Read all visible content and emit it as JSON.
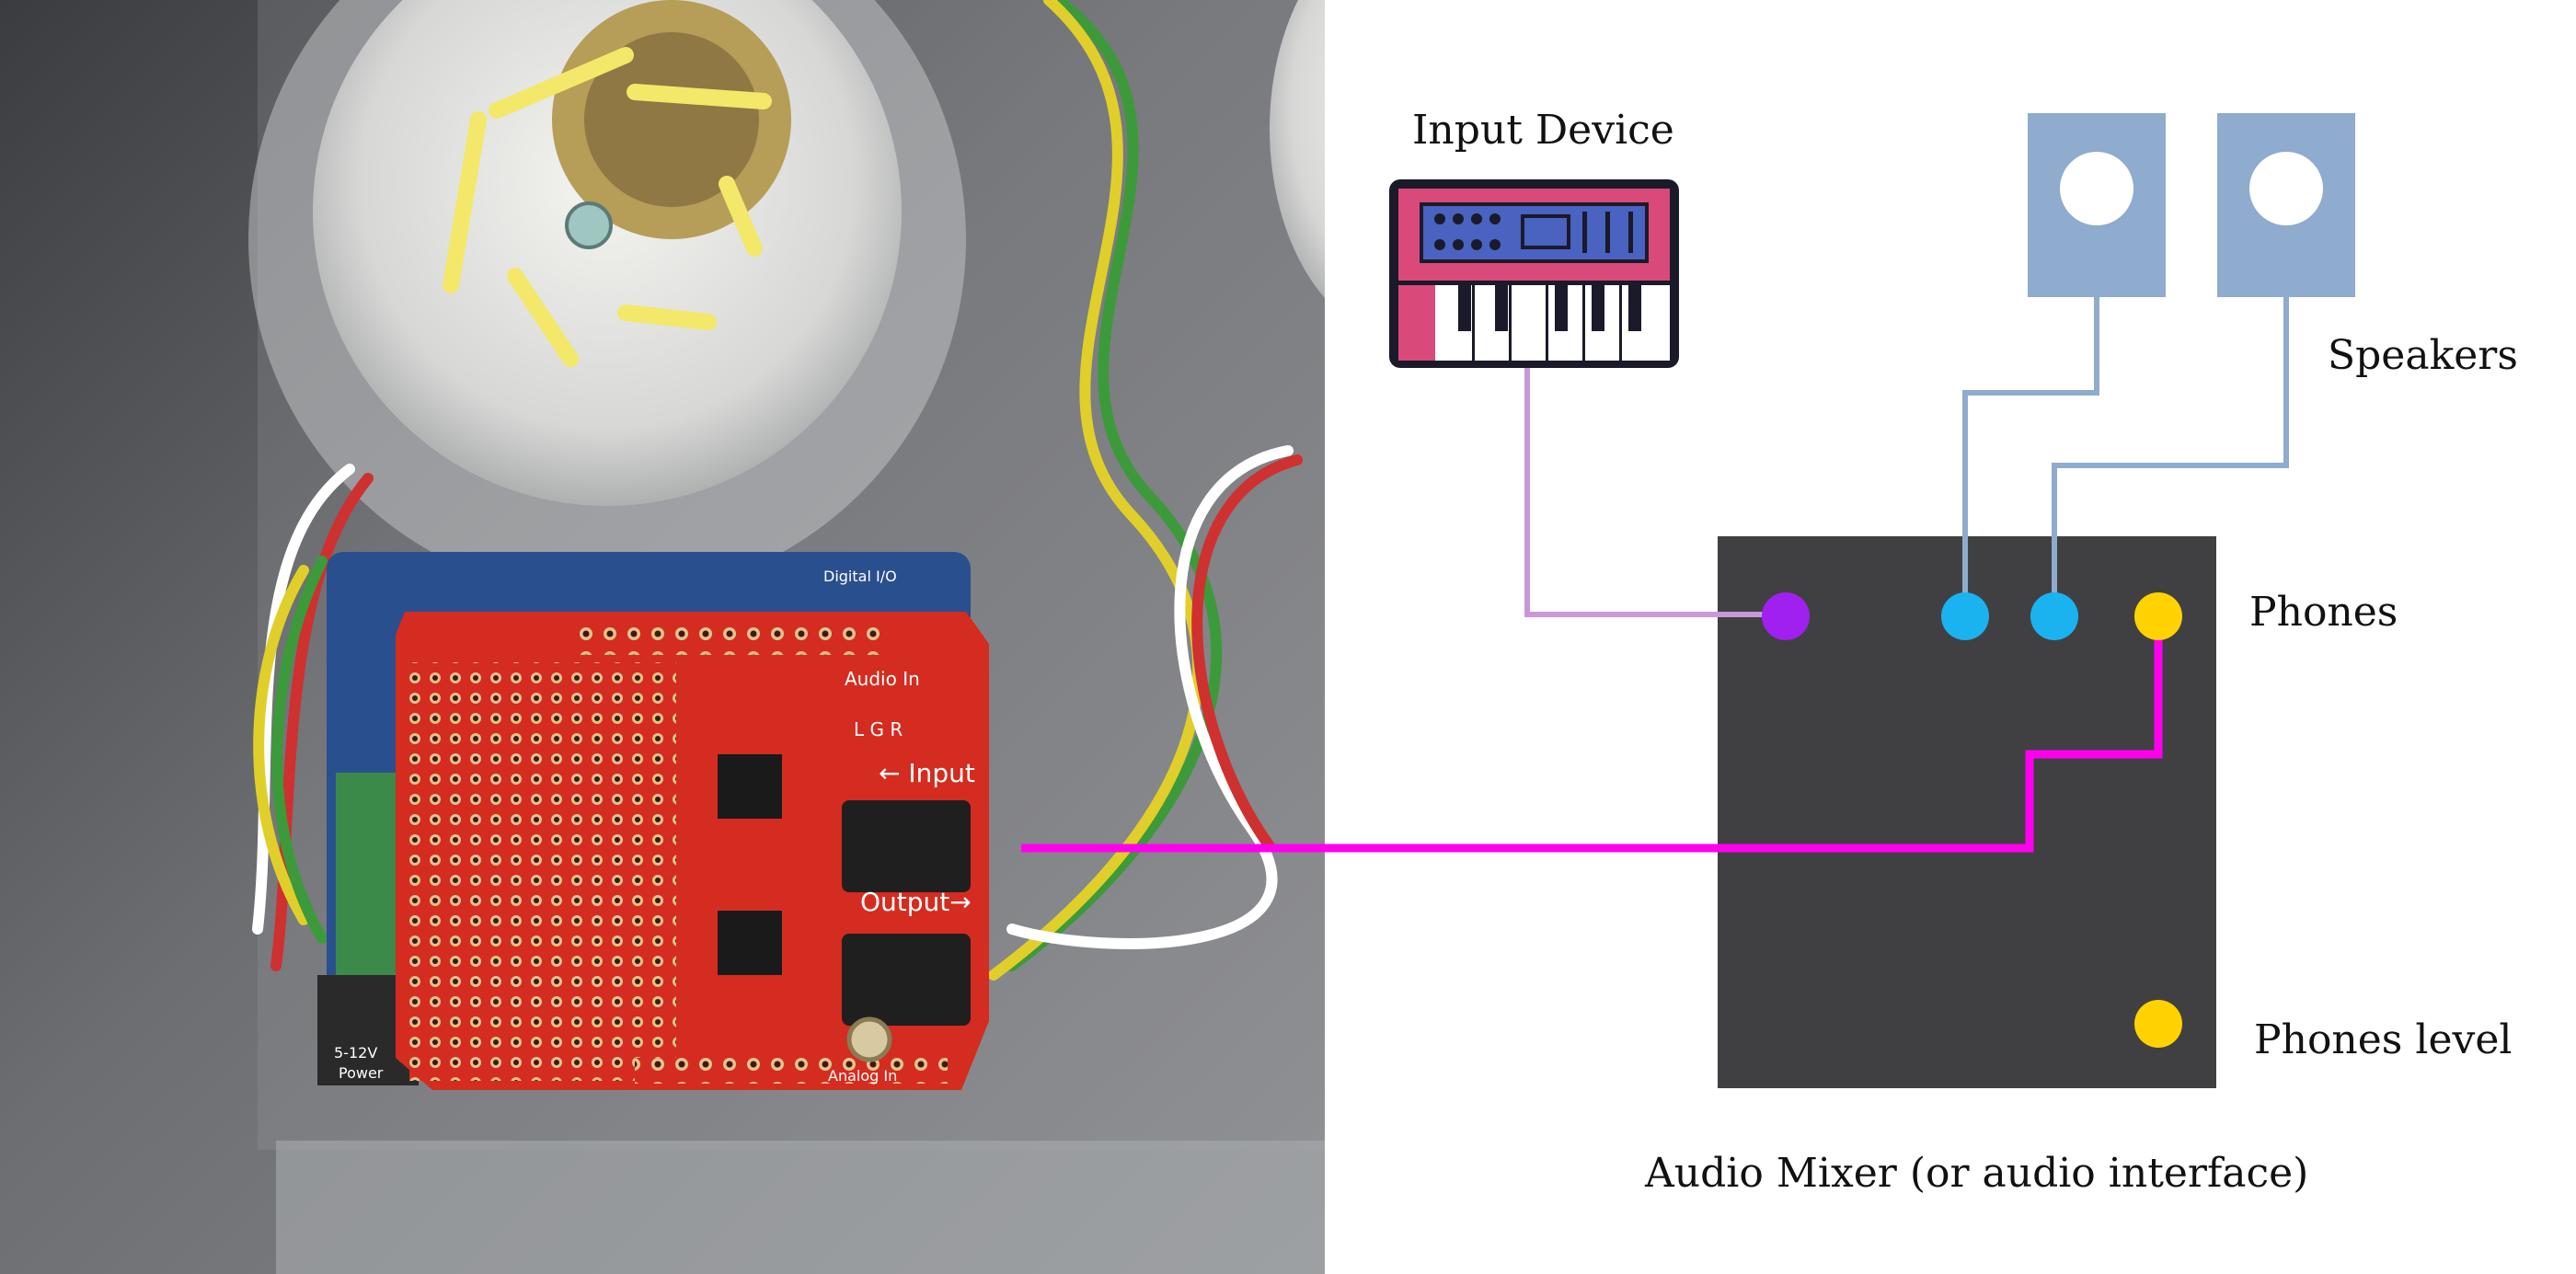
{
  "labels": {
    "input_device": "Input Device",
    "speakers": "Speakers",
    "phones": "Phones",
    "phones_level": "Phones level",
    "mixer_caption": "Audio Mixer (or audio interface)"
  },
  "board_text": {
    "input": "← Input",
    "output": "Output→",
    "audio_in": "Audio In",
    "channels": "L G R",
    "power": "5-12V",
    "power2": "Power",
    "analog_in": "Analog In",
    "digital_io": "Digital I/O"
  },
  "colors": {
    "mixer_body": "#404043",
    "input_jack": "#a020f0",
    "speaker_jack": "#1ab3f0",
    "phones_jack": "#ffd200",
    "input_cable": "#c898d8",
    "speaker_cable": "#8fadcf",
    "phones_cable": "#ff00ee",
    "speaker_body": "#8fabce",
    "pcb": "#d42c20",
    "board_blue": "#2a4f8e"
  },
  "icons": [
    "keyboard-synth-icon",
    "speaker-icon",
    "speaker-icon"
  ]
}
